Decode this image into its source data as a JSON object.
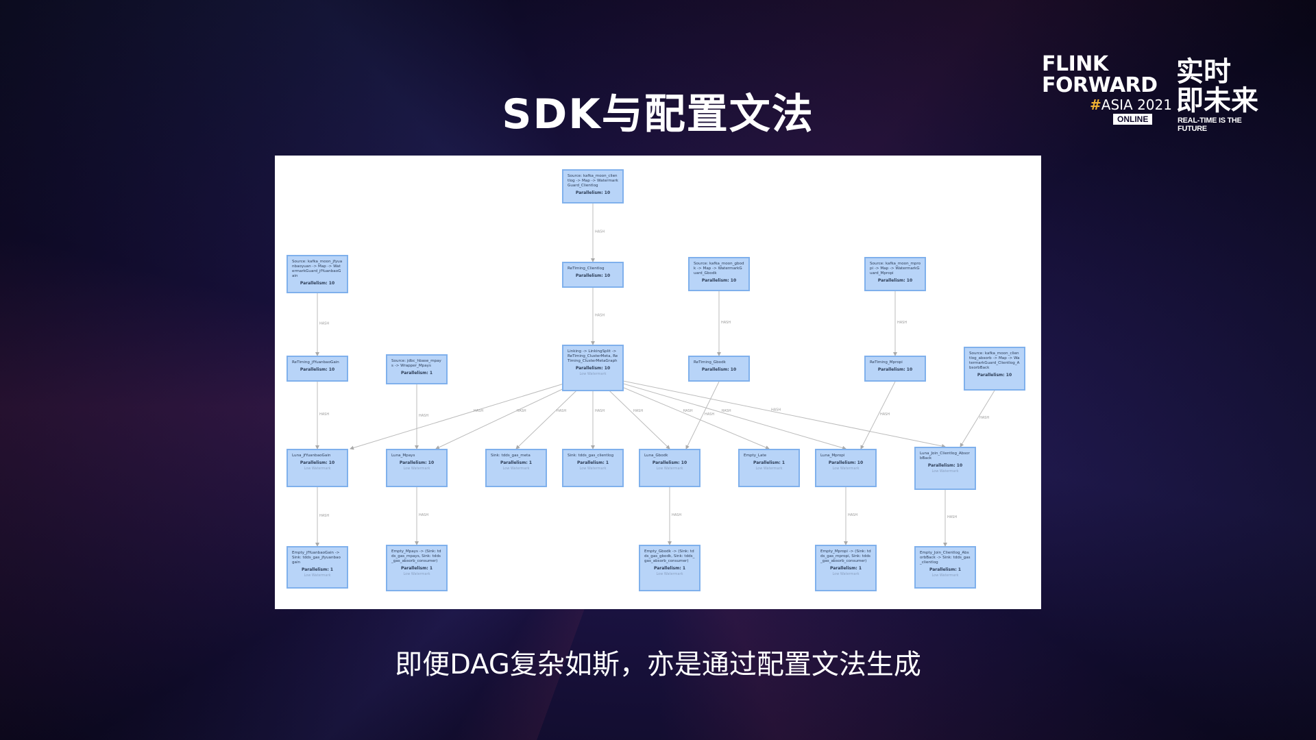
{
  "slide": {
    "title": "SDK与配置文法",
    "subtitle": "即便DAG复杂如斯，亦是通过配置文法生成"
  },
  "logo": {
    "line1": "FLINK",
    "line2": "FORWARD",
    "hash": "#",
    "asia": "ASIA 2021",
    "online": "ONLINE",
    "cn1": "实时",
    "cn2": "即未来",
    "tagline": "REAL-TIME IS THE FUTURE"
  },
  "dag": {
    "nodes": [
      {
        "name": "Source: kafka_moon_clientlog -> Map -> WatermarkGuard_Clientlog",
        "par": "Parallelism: 10",
        "wm": ""
      },
      {
        "name": "Source: kafka_moon_jfyuanbaoyuan -> Map -> WatermarkGuard_jfYuanbaoGain",
        "par": "Parallelism: 10",
        "wm": ""
      },
      {
        "name": "ReTiming_Clientlog",
        "par": "Parallelism: 10",
        "wm": ""
      },
      {
        "name": "Source: kafka_moon_gbodk -> Map -> WatermarkGuard_Gbodk",
        "par": "Parallelism: 10",
        "wm": ""
      },
      {
        "name": "Source: kafka_moon_mpropi -> Map -> WatermarkGuard_Mpropi",
        "par": "Parallelism: 10",
        "wm": ""
      },
      {
        "name": "ReTiming_jfYuanbaoGain",
        "par": "Parallelism: 10",
        "wm": ""
      },
      {
        "name": "Source: jdbc_hbase_mpays -> Wrapper_Mpays",
        "par": "Parallelism: 1",
        "wm": ""
      },
      {
        "name": "Linking -> LinkingSplit -> ReTiming_ClusterMeta, ReTiming_ClusterMetaGraph",
        "par": "Parallelism: 10",
        "wm": "Low Watermark"
      },
      {
        "name": "ReTiming_Gbodk",
        "par": "Parallelism: 10",
        "wm": ""
      },
      {
        "name": "ReTiming_Mpropi",
        "par": "Parallelism: 10",
        "wm": ""
      },
      {
        "name": "Source: kafka_moon_clientlog_absorb -> Map -> WatermarkGuard_Clientlog_AbsorbBack",
        "par": "Parallelism: 10",
        "wm": ""
      },
      {
        "name": "Luna_jfYuanbaoGain",
        "par": "Parallelism: 10",
        "wm": "Low Watermark"
      },
      {
        "name": "Luna_Mpays",
        "par": "Parallelism: 10",
        "wm": "Low Watermark"
      },
      {
        "name": "Sink: tdds_gas_meta",
        "par": "Parallelism: 1",
        "wm": "Low Watermark"
      },
      {
        "name": "Sink: tdds_gas_clientlog",
        "par": "Parallelism: 1",
        "wm": "Low Watermark"
      },
      {
        "name": "Luna_Gbodk",
        "par": "Parallelism: 10",
        "wm": "Low Watermark"
      },
      {
        "name": "Empty_Late",
        "par": "Parallelism: 1",
        "wm": "Low Watermark"
      },
      {
        "name": "Luna_Mpropi",
        "par": "Parallelism: 10",
        "wm": "Low Watermark"
      },
      {
        "name": "Luna_Join_Clientlog_AbsorbBack",
        "par": "Parallelism: 10",
        "wm": "Low Watermark"
      },
      {
        "name": "Empty_jfYuanbaoGain -> Sink: tdds_gas_jfyuanbaogain",
        "par": "Parallelism: 1",
        "wm": "Low Watermark"
      },
      {
        "name": "Empty_Mpays -> (Sink: tdds_gas_mpays, Sink: tdds_gas_absorb_consumer)",
        "par": "Parallelism: 1",
        "wm": "Low Watermark"
      },
      {
        "name": "Empty_Gbodk -> (Sink: tdds_gas_gbodk, Sink: tdds_gas_absorb_consumer)",
        "par": "Parallelism: 1",
        "wm": "Low Watermark"
      },
      {
        "name": "Empty_Mpropi -> (Sink: tdds_gas_mpropi, Sink: tdds_gas_absorb_consumer)",
        "par": "Parallelism: 1",
        "wm": "Low Watermark"
      },
      {
        "name": "Empty_Join_Clientlog_AbsorbBack -> Sink: tdds_gas_clientlog",
        "par": "Parallelism: 1",
        "wm": "Low Watermark"
      }
    ],
    "edge_label": "HASH"
  }
}
